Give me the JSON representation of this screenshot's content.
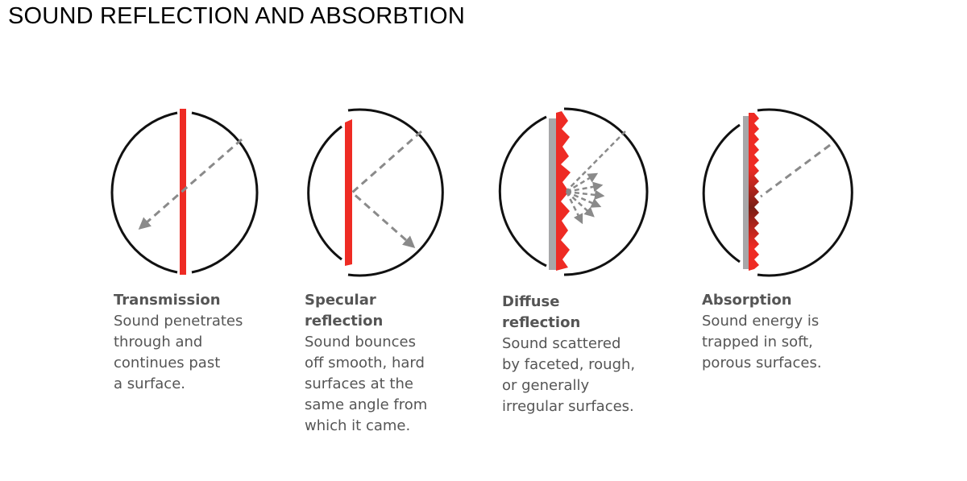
{
  "title": "SOUND REFLECTION AND ABSORBTION",
  "colors": {
    "ring": "#111111",
    "surface_red": "#ee2b24",
    "surface_gray": "#a7a7a9",
    "arrow": "#8a8a8a",
    "absorb_dark": "#7a1e14"
  },
  "panels": [
    {
      "id": "transmission",
      "title": "Transmission",
      "lines": [
        "Sound penetrates",
        "through and",
        "continues past",
        "a surface."
      ]
    },
    {
      "id": "specular",
      "title": "Specular\nreflection",
      "title_lines": [
        "Specular",
        "reflection"
      ],
      "lines": [
        "Sound bounces",
        "off smooth, hard",
        "surfaces at the",
        "same angle from",
        "which it came."
      ]
    },
    {
      "id": "diffuse",
      "title_lines": [
        "Diffuse",
        "reflection"
      ],
      "lines": [
        "Sound scattered",
        "by faceted, rough,",
        "or generally",
        "irregular surfaces."
      ]
    },
    {
      "id": "absorption",
      "title": "Absorption",
      "lines": [
        "Sound energy is",
        "trapped in soft,",
        "porous surfaces."
      ]
    }
  ]
}
